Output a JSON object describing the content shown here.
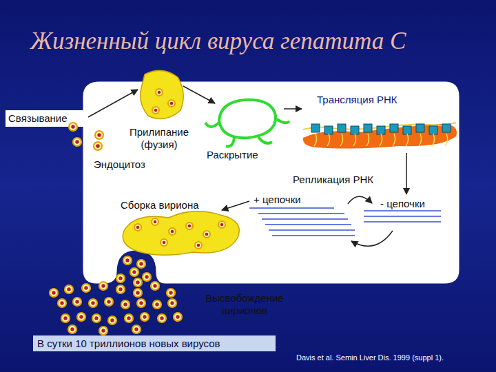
{
  "diagram": {
    "title": "Жизненный цикл вируса гепатита С",
    "caption": "В сутки 10 триллионов новых вирусов",
    "labels": [
      "Связывание",
      "Прилипание (фузия)",
      "Эндоцитоз",
      "Раскрытие",
      "Трансляция РНК",
      "Репликация РНК",
      "+ цепочки",
      "- цепочки",
      "Сборка вириона",
      "Высвобождение вирионов",
      "Davis et al. Semin Liver Dis. 1999 (suppl 1)."
    ]
  }
}
